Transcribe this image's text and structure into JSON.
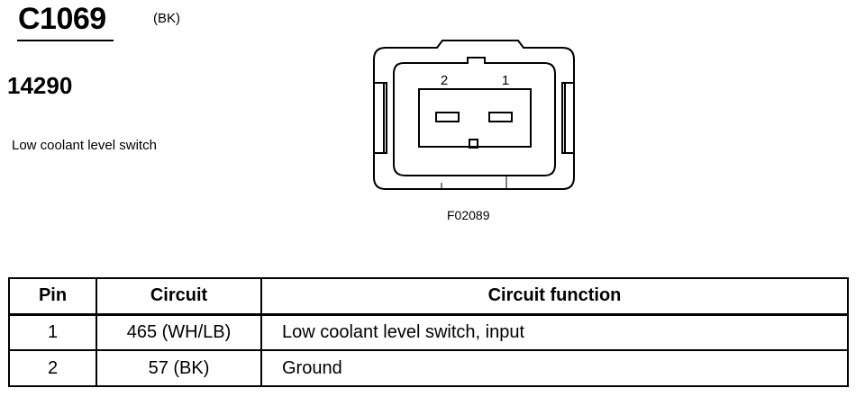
{
  "connector": {
    "id": "C1069",
    "color_code": "(BK)",
    "part_number": "14290",
    "description": "Low coolant level switch"
  },
  "figure": {
    "id": "F02089",
    "pin_labels": [
      "2",
      "1"
    ]
  },
  "table": {
    "headers": [
      "Pin",
      "Circuit",
      "Circuit function"
    ],
    "rows": [
      {
        "pin": "1",
        "circuit": "465 (WH/LB)",
        "function": "Low coolant level switch, input"
      },
      {
        "pin": "2",
        "circuit": "57 (BK)",
        "function": "Ground"
      }
    ]
  }
}
